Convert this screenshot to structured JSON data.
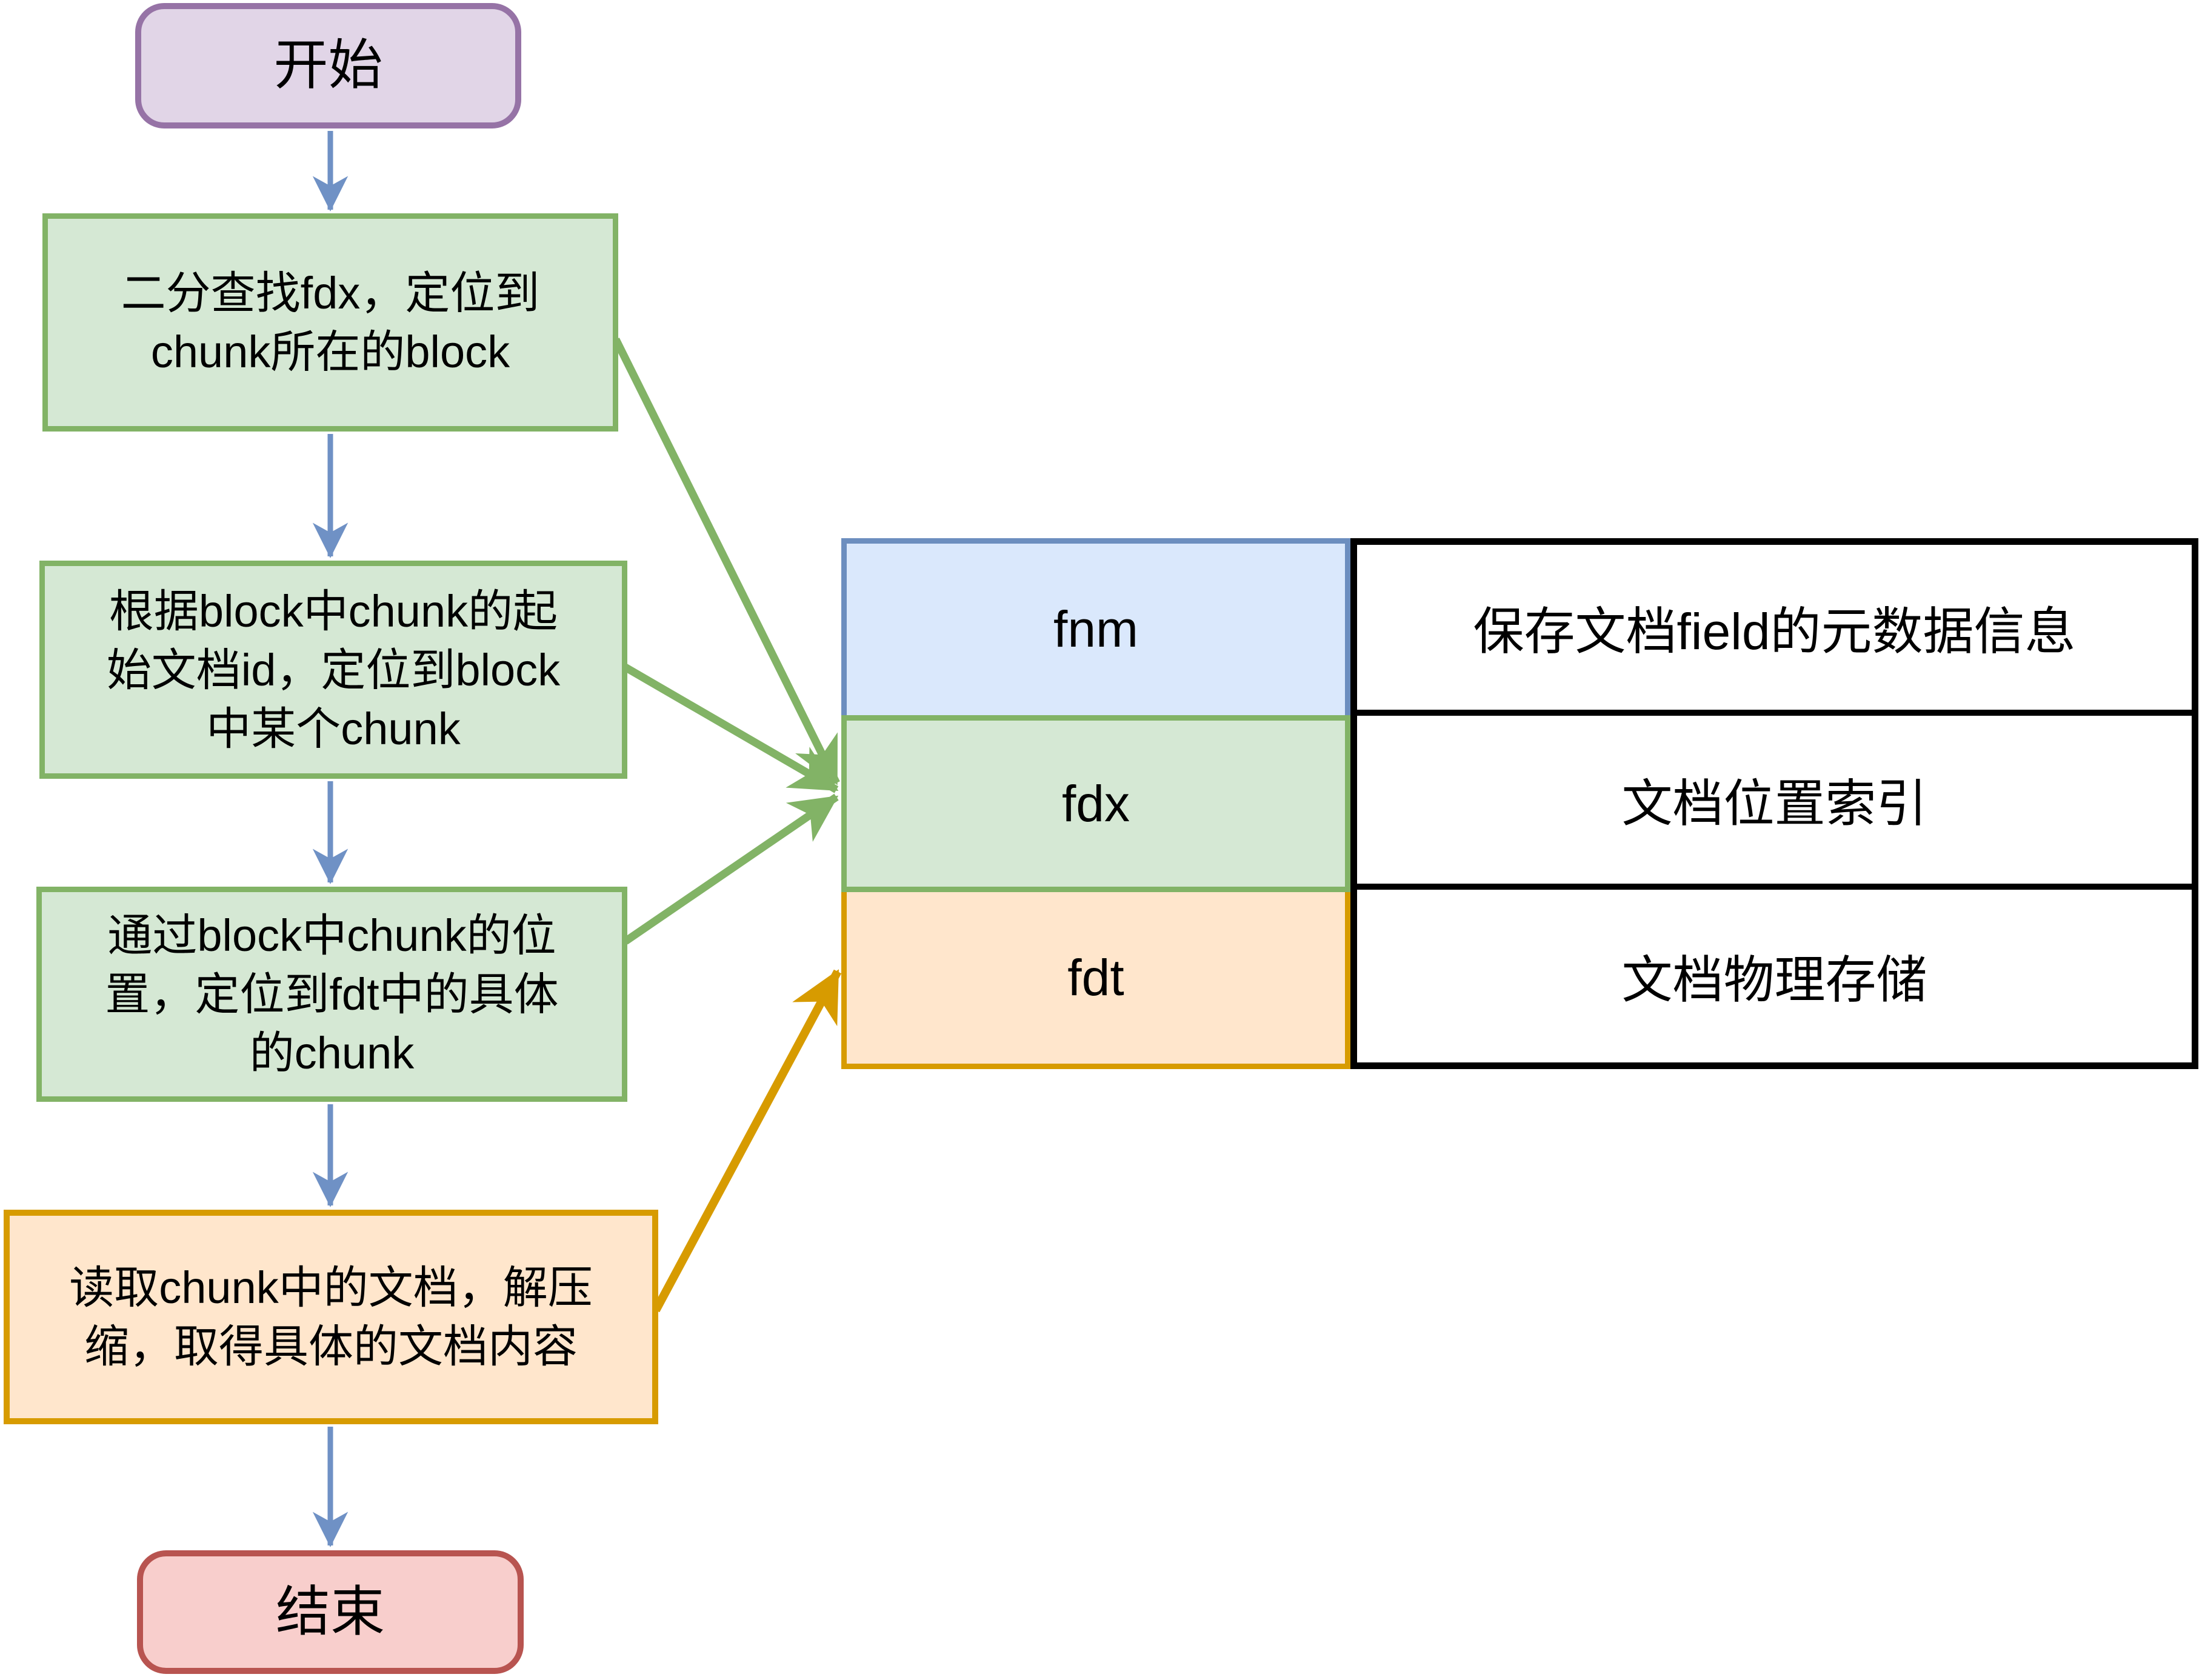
{
  "flowchart": {
    "start": {
      "label": "开始"
    },
    "steps": [
      {
        "lines": [
          "二分查找fdx，定位到",
          "chunk所在的block"
        ]
      },
      {
        "lines": [
          "根据block中chunk的起",
          "始文档id，定位到block",
          "中某个chunk"
        ]
      },
      {
        "lines": [
          "通过block中chunk的位",
          "置，定位到fdt中的具体",
          "的chunk"
        ]
      },
      {
        "lines": [
          "读取chunk中的文档，解压",
          "缩，取得具体的文档内容"
        ]
      }
    ],
    "end": {
      "label": "结束"
    }
  },
  "table": {
    "rows": [
      {
        "file": "fnm",
        "description": "保存文档field的元数据信息"
      },
      {
        "file": "fdx",
        "description": "文档位置索引"
      },
      {
        "file": "fdt",
        "description": "文档物理存储"
      }
    ]
  },
  "colors": {
    "start_fill": "#e1d5e7",
    "start_border": "#9673a6",
    "step_fill": "#d5e8d4",
    "step_border": "#82b366",
    "read_step_fill": "#ffe6cc",
    "read_step_border": "#d79b00",
    "end_fill": "#f8cecc",
    "end_border": "#b85450",
    "fnm_fill": "#dae8fc",
    "fnm_border": "#6c8ebf",
    "fdx_fill": "#d5e8d4",
    "fdx_border": "#82b366",
    "fdt_fill": "#ffe6cc",
    "fdt_border": "#d79b00",
    "flow_arrow": "#6f91c5",
    "fdx_arrow": "#82b366",
    "fdt_arrow": "#d79b00",
    "table_border": "#000000"
  }
}
